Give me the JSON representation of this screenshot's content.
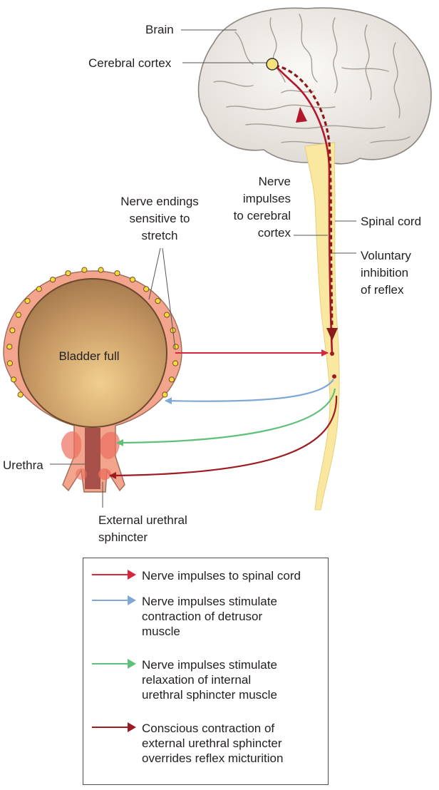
{
  "colors": {
    "sensory": "#d7263d",
    "detrusor": "#7fa9d4",
    "internal_sphincter": "#5fc07a",
    "external_sphincter": "#9e1b22",
    "inhibition": "#8b1a1a",
    "spinal_cord": "#fbe8a0",
    "bladder_wall": "#f2a48c",
    "bladder_lumen": "#b98c5e",
    "nerve_ending": "#f3dc3a"
  },
  "labels": {
    "brain": "Brain",
    "cerebral_cortex": "Cerebral cortex",
    "nerve_to_cortex": "Nerve\nimpulses\nto cerebral\ncortex",
    "spinal_cord": "Spinal cord",
    "voluntary_inhibition": "Voluntary\ninhibition\nof reflex",
    "nerve_endings": "Nerve endings\nsensitive to\nstretch",
    "bladder_full": "Bladder full",
    "urethra": "Urethra",
    "external_sphincter": "External urethral\nsphincter"
  },
  "legend": [
    {
      "text": "Nerve impulses to spinal cord",
      "color": "#d7263d"
    },
    {
      "text": "Nerve impulses stimulate\ncontraction of detrusor\nmuscle",
      "color": "#7fa9d4"
    },
    {
      "text": "Nerve impulses stimulate\nrelaxation of internal\nurethral sphincter muscle",
      "color": "#5fc07a"
    },
    {
      "text": "Conscious contraction of\nexternal urethral sphincter\noverrides reflex micturition",
      "color": "#9e1b22"
    }
  ]
}
